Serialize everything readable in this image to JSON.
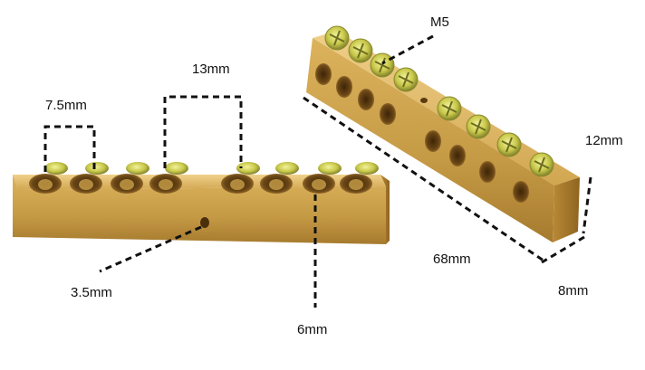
{
  "dimensions": {
    "pitch": "7.5mm",
    "hole_span": "13mm",
    "side_hole": "3.5mm",
    "hole_size": "6mm",
    "screw": "M5",
    "height": "12mm",
    "length": "68mm",
    "width": "8mm"
  },
  "colors": {
    "brass_light": "#e0b860",
    "brass_mid": "#c99a40",
    "brass_dark": "#8f6420",
    "screw": "#c8c84a",
    "hole": "#5a3a10",
    "dash": "#111111"
  }
}
